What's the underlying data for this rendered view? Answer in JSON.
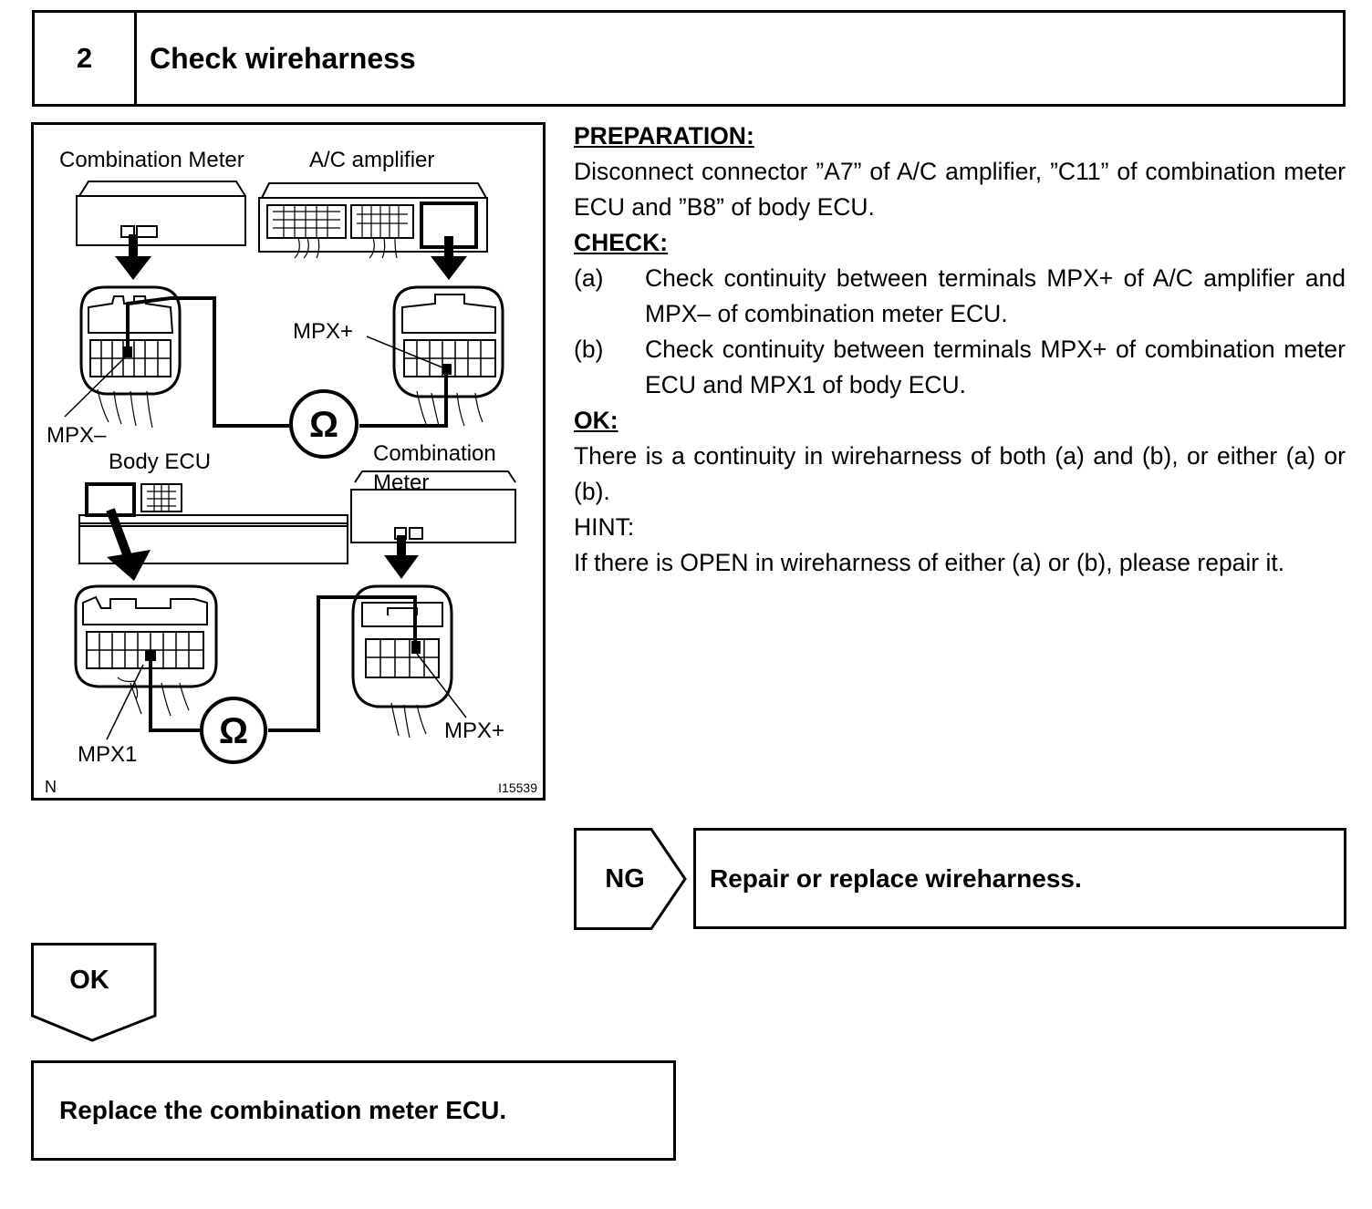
{
  "step": {
    "number": "2",
    "title": "Check wireharness"
  },
  "figure": {
    "labels": {
      "combination_meter_top": "Combination Meter",
      "ac_amplifier": "A/C amplifier",
      "mpx_plus_top": "MPX+",
      "mpx_minus": "MPX–",
      "body_ecu": "Body ECU",
      "combination_meter_mid_1": "Combination",
      "combination_meter_mid_2": "Meter",
      "mpx_plus_bottom": "MPX+",
      "mpx1": "MPX1",
      "ohm_symbol": "Ω"
    },
    "corner_label": "N",
    "figure_id": "I15539"
  },
  "instructions": {
    "preparation_heading": "PREPARATION:",
    "preparation_text": "Disconnect connector ”A7” of A/C amplifier, ”C11” of combination meter ECU and ”B8” of body ECU.",
    "check_heading": "CHECK:",
    "check_items": [
      {
        "marker": "(a)",
        "text": "Check continuity between terminals MPX+ of A/C amplifier and MPX– of combination meter ECU."
      },
      {
        "marker": "(b)",
        "text": "Check continuity between terminals MPX+ of combination meter ECU and MPX1 of body ECU."
      }
    ],
    "ok_heading": "OK:",
    "ok_text": "There is a continuity in wireharness of both (a) and (b), or either (a) or (b).",
    "hint_heading": "HINT:",
    "hint_text": "If there is OPEN in wireharness of either (a) or (b), please repair it."
  },
  "ng_branch": {
    "label": "NG",
    "action": "Repair or replace wireharness."
  },
  "ok_branch": {
    "label": "OK",
    "action": "Replace the combination meter ECU."
  }
}
